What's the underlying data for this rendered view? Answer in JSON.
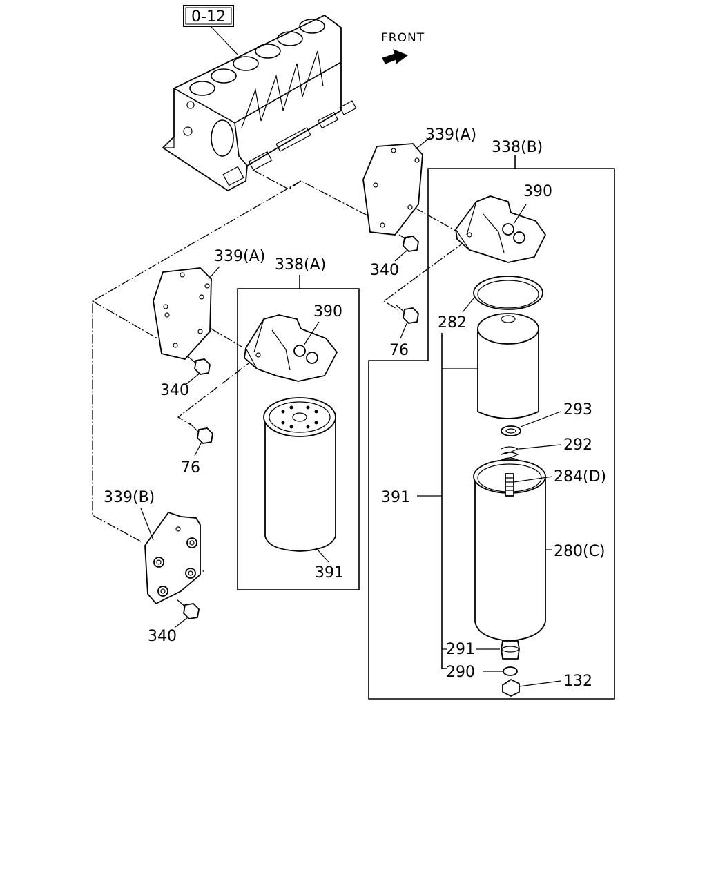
{
  "reference": "0-12",
  "front_label": "FRONT",
  "callouts": {
    "bracket_a_right": "339(A)",
    "assembly_b": "338(B)",
    "head_right": "390",
    "bolt_340_right": "340",
    "bolt_76_right": "76",
    "gasket_282": "282",
    "washer_293": "293",
    "spring_292": "292",
    "stud_284": "284(D)",
    "case_280": "280(C)",
    "element_391_right": "391",
    "part_291": "291",
    "part_290": "290",
    "plug_132": "132",
    "bracket_a_left": "339(A)",
    "assembly_a": "338(A)",
    "head_left": "390",
    "bolt_340_left": "340",
    "bolt_76_left": "76",
    "element_391_left": "391",
    "bracket_b": "339(B)",
    "bolt_340_bottom": "340"
  },
  "icons": {
    "front": "front-arrow-icon"
  }
}
